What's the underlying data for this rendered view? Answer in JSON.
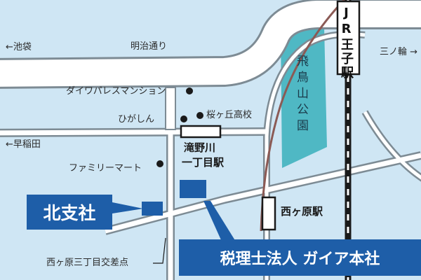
{
  "map": {
    "colors": {
      "background": "#cfe6f4",
      "road_fill": "#ffffff",
      "road_casing": "#7d8b94",
      "park": "#4fb8c4",
      "jr_line": "#1a1a1a",
      "tram_line": "#8b5a55",
      "callout": "#1e5ea8"
    },
    "directions": {
      "ikebukuro": "←池袋",
      "waseda": "←早稲田",
      "minowa": "三ノ輪 →"
    },
    "roads": {
      "meiji_dori": "明治通り"
    },
    "landmarks": {
      "daiwa": "ダイワパレスマンション",
      "higashin": "ひがしん",
      "sakuragaoka": "桜ヶ丘高校",
      "familymart": "ファミリーマート",
      "intersection": "西ヶ原三丁目交差点"
    },
    "stations": {
      "takinogawa_line1": "滝野川",
      "takinogawa_line2": "一丁目駅",
      "nishigahara": "西ヶ原駅",
      "oji": "JR王子駅"
    },
    "park": {
      "name": "飛鳥山公園"
    },
    "callouts": {
      "kita_branch": "北支社",
      "head_office": "税理士法人 ガイア本社"
    }
  }
}
